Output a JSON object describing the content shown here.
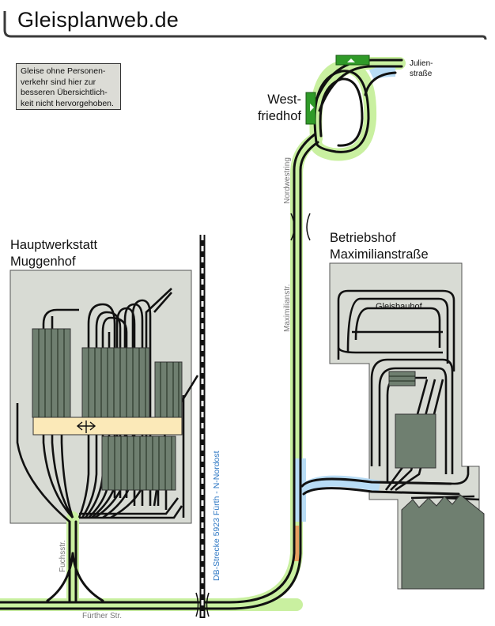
{
  "site_title": "Gleisplanweb.de",
  "note": "Gleise ohne Personen-verkehr sind hier zur besseren Übersichtlich-keit nicht hervorgehoben.",
  "labels": {
    "hauptwerkstatt_line1": "Hauptwerkstatt",
    "hauptwerkstatt_line2": "Muggenhof",
    "betriebshof_line1": "Betriebshof",
    "betriebshof_line2": "Maximilianstraße",
    "gleisbauhof": "Gleisbauhof",
    "westfriedhof_line1": "West-",
    "westfriedhof_line2": "friedhof",
    "julienstrasse_line1": "Julien-",
    "julienstrasse_line2": "straße"
  },
  "streets": {
    "fuerther_str": "Fürther Str.",
    "fuchsstr": "Fuchsstr.",
    "maximilianstr": "Maximilianstr.",
    "nordwestring": "Nordwestring"
  },
  "db_line": "DB-Strecke 5923 Fürth - N-Nordost",
  "colors": {
    "passenger_track_highlight": "#c9f0a0",
    "non_passenger_highlight": "#b8dcf5",
    "depot_area": "#d8dbd4",
    "building": "#6f7f70",
    "platform_green": "#2f9a28",
    "platform_yellow": "#fbe9b8",
    "orange_segment": "#e8a060",
    "db_line_text": "#2f78c4"
  }
}
